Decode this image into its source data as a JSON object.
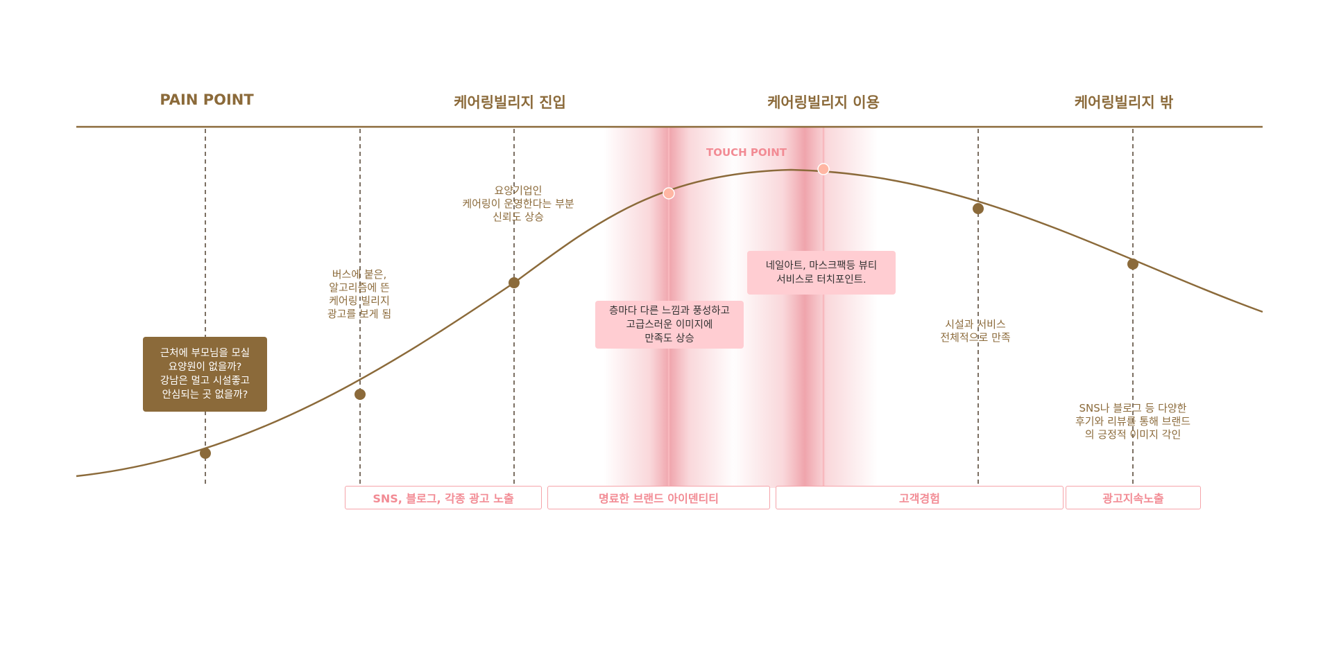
{
  "phases": {
    "pain_point": "PAIN POINT",
    "entry": "케어링빌리지 진입",
    "use": "케어링빌리지 이용",
    "outside": "케어링빌리지 밖"
  },
  "touch_point_label": "TOUCH POINT",
  "notes": {
    "pain_box": "근처에 부모님을 모실\n요양원이 없을까?\n강남은 멀고 시설좋고\n안심되는 곳 없을까?",
    "bus_ad": "버스에 붙은,\n알고리즘에 뜬\n케어링 빌리지\n광고를 보게 됨",
    "trust": "요양기업인\n케어링이 운영한다는 부분\n신뢰도 상승",
    "floors": "층마다 다른 느낌과 풍성하고\n고급스러운 이미지에\n만족도 상승",
    "beauty": "네일아트, 마스크팩등 뷰티\n서비스로 터치포인트.",
    "facility": "시설과 서비스\n전체적으로 만족",
    "reviews": "SNS나 블로그 등 다양한\n후기와 리뷰를 통해 브랜드\n의 긍정적 이미지 각인"
  },
  "tags": {
    "sns": "SNS, 블로그, 각종 광고 노출",
    "identity": "명료한 브랜드 아이덴티티",
    "experience": "고객경험",
    "exposure": "광고지속노출"
  },
  "colors": {
    "brand_brown": "#8b6a3a",
    "touch_pink": "#f28b94",
    "highlight_pink": "#ffcdd2",
    "line_gray": "#333333"
  }
}
